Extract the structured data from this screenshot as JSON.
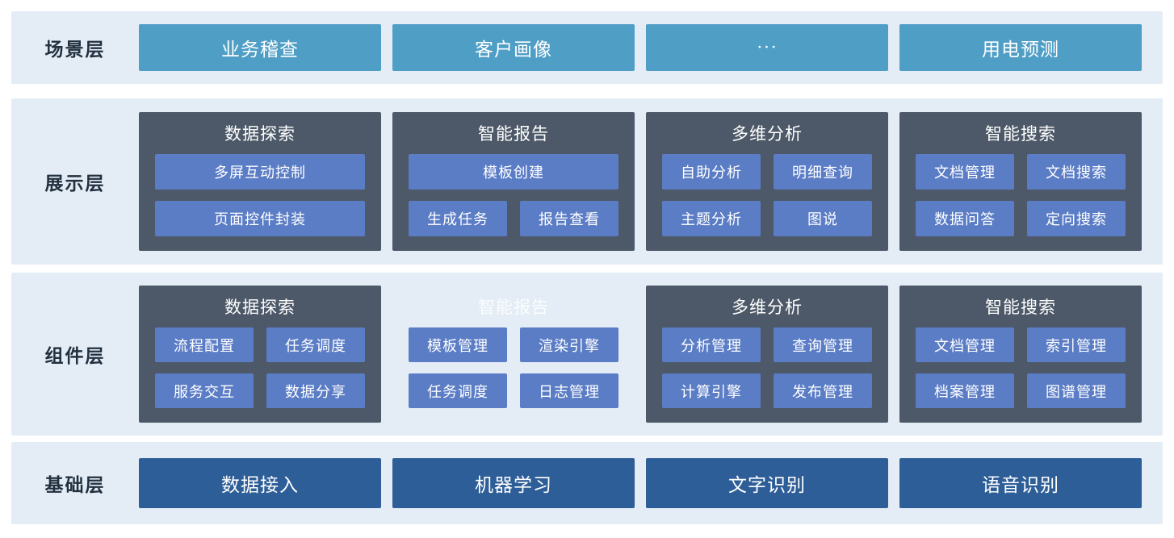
{
  "scenario": {
    "label": "场景层",
    "boxes": [
      "业务稽查",
      "客户画像",
      "···",
      "用电预测"
    ]
  },
  "presentation": {
    "label": "展示层",
    "groups": [
      {
        "title": "数据探索",
        "cells": [
          "多屏互动控制",
          "页面控件封装"
        ]
      },
      {
        "title": "智能报告",
        "cells": [
          "模板创建",
          "生成任务",
          "报告查看"
        ]
      },
      {
        "title": "多维分析",
        "cells": [
          "自助分析",
          "明细查询",
          "主题分析",
          "图说"
        ]
      },
      {
        "title": "智能搜索",
        "cells": [
          "文档管理",
          "文档搜索",
          "数据问答",
          "定向搜索"
        ]
      }
    ]
  },
  "component": {
    "label": "组件层",
    "groups": [
      {
        "title": "数据探索",
        "cells": [
          "流程配置",
          "任务调度",
          "服务交互",
          "数据分享"
        ]
      },
      {
        "title": "智能报告",
        "style": "light",
        "cells": [
          "模板管理",
          "渲染引擎",
          "任务调度",
          "日志管理"
        ]
      },
      {
        "title": "多维分析",
        "cells": [
          "分析管理",
          "查询管理",
          "计算引擎",
          "发布管理"
        ]
      },
      {
        "title": "智能搜索",
        "cells": [
          "文档管理",
          "索引管理",
          "档案管理",
          "图谱管理"
        ]
      }
    ]
  },
  "base": {
    "label": "基础层",
    "boxes": [
      "数据接入",
      "机器学习",
      "文字识别",
      "语音识别"
    ]
  },
  "colors": {
    "band_bg": "#e4edf6",
    "scenario_box": "#4f9ec6",
    "group_bg": "#4d5968",
    "cell_bg": "#5b7dc6",
    "base_box": "#2e5e97",
    "label_text": "#22303f"
  }
}
